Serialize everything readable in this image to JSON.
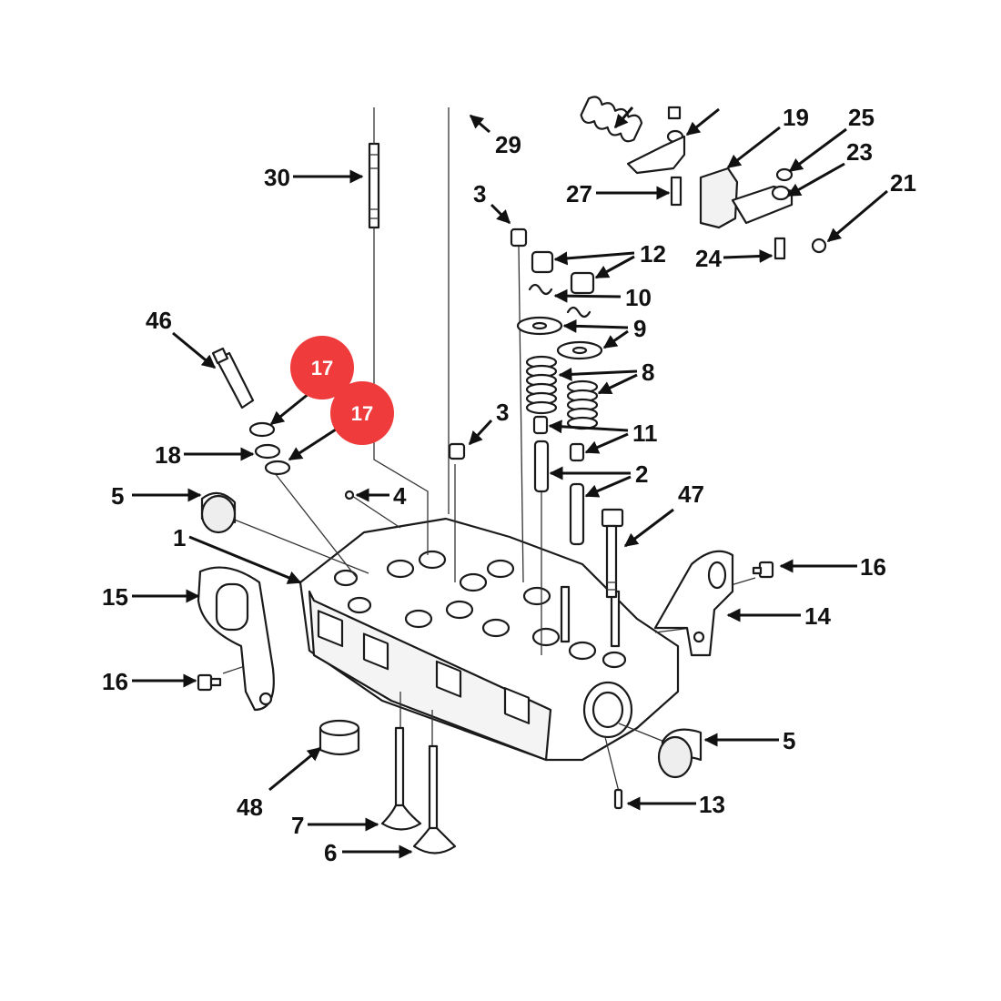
{
  "accent_color": "#ef3b3b",
  "callouts": {
    "c29": "29",
    "c30": "30",
    "c3a": "3",
    "c3b": "3",
    "c12": "12",
    "c10": "10",
    "c9": "9",
    "c8": "8",
    "c11": "11",
    "c2": "2",
    "c19": "19",
    "c25": "25",
    "c23": "23",
    "c21": "21",
    "c27": "27",
    "c24": "24",
    "c46": "46",
    "c18": "18",
    "c5a": "5",
    "c5b": "5",
    "c4": "4",
    "c1": "1",
    "c47": "47",
    "c16a": "16",
    "c16b": "16",
    "c14": "14",
    "c15": "15",
    "c48": "48",
    "c7": "7",
    "c6": "6",
    "c13": "13"
  },
  "badges": {
    "b1": "17",
    "b2": "17"
  }
}
